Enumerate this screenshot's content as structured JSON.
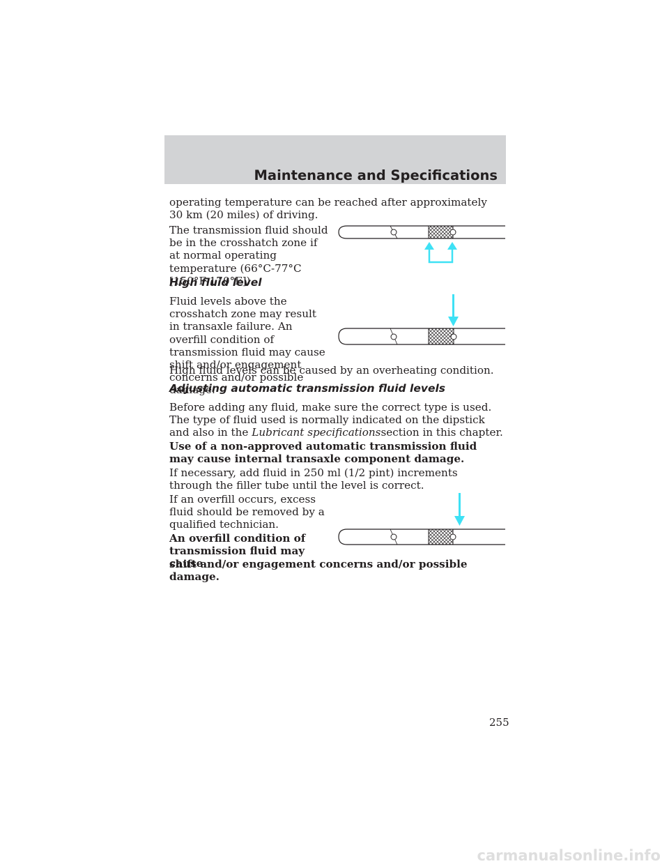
{
  "header": {
    "title": "Maintenance and Specifications"
  },
  "paragraphs": {
    "p1": "operating temperature can be reached after approximately 30 km (20 miles) of driving.",
    "p2": "The transmission fluid should be in the crosshatch zone if at normal operating temperature (66°C-77°C [150°F-170°F]).",
    "h1": "High fluid level",
    "p3": "Fluid levels above the crosshatch zone may result in transaxle failure. An overfill condition of transmission fluid may cause shift and/or engagement concerns and/or possible damage.",
    "p4": "High fluid levels can be caused by an overheating condition.",
    "h2": "Adjusting automatic transmission fluid levels",
    "p5_main": "Before adding any fluid, make sure the correct type is used. The type of fluid used is normally indicated on the dipstick and also in the",
    "p5_link": "Lubricant specifications",
    "p5_tail": "section in this chapter.",
    "p6": "Use of a non-approved automatic transmission fluid may cause internal transaxle component damage.",
    "p7": "If necessary, add fluid in 250 ml (1/2 pint) increments through the filler tube until the level is correct.",
    "p8": "If an overfill occurs, excess fluid should be removed by a qualified technician.",
    "p9_a": "An overfill condition of transmission fluid may cause",
    "p9_b": "shift and/or engagement concerns and/or possible damage."
  },
  "colors": {
    "arrow": "#3ee1f5",
    "header_band": "#d2d3d5"
  },
  "page_number": "255",
  "footer": {
    "watermark": "carmanualsonline.info"
  }
}
